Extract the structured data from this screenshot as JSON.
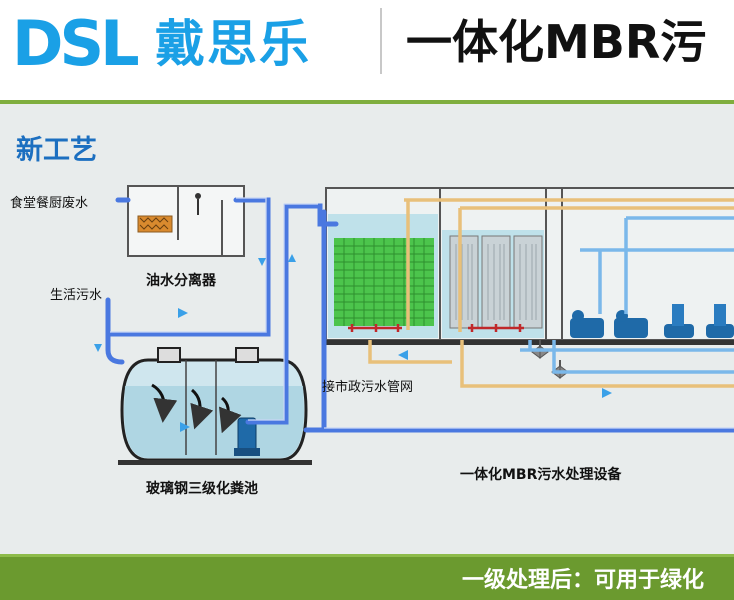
{
  "header": {
    "logo_latin": "DSL",
    "logo_cn": "戴思乐",
    "title": "一体化MBR污"
  },
  "section_label": "新工艺",
  "labels": {
    "canteen_wastewater": "食堂餐厨废水",
    "oil_separator": "油水分离器",
    "domestic_sewage": "生活污水",
    "septic_tank": "玻璃钢三级化粪池",
    "municipal_pipe": "接市政污水管网",
    "mbr_equipment": "一体化MBR污水处理设备"
  },
  "footer": {
    "text": "一级处理后：可用于绿化"
  },
  "colors": {
    "brand_blue": "#1aa0e6",
    "pipe_blue": "#4a78e0",
    "pipe_light_blue": "#7ab8ea",
    "pipe_orange": "#e8c07a",
    "membrane_green": "#4cc44c",
    "footer_green": "#6b9a2f",
    "arrow_blue": "#3aa0e8"
  }
}
